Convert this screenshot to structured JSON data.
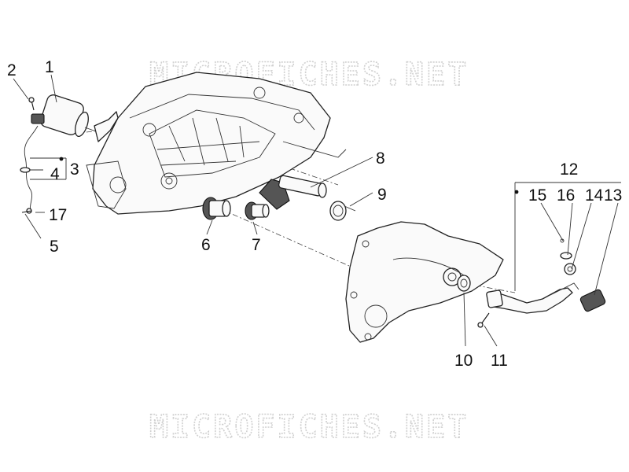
{
  "watermark_top": "MICROFICHES.NET",
  "watermark_bottom": "MICROFICHES.NET",
  "callouts": {
    "n1": "1",
    "n2": "2",
    "n3": "3",
    "n4": "4",
    "n5": "5",
    "n6": "6",
    "n7": "7",
    "n8": "8",
    "n9": "9",
    "n10": "10",
    "n11": "11",
    "n12": "12",
    "n13": "13",
    "n14": "14",
    "n15": "15",
    "n16": "16",
    "n17": "17"
  }
}
